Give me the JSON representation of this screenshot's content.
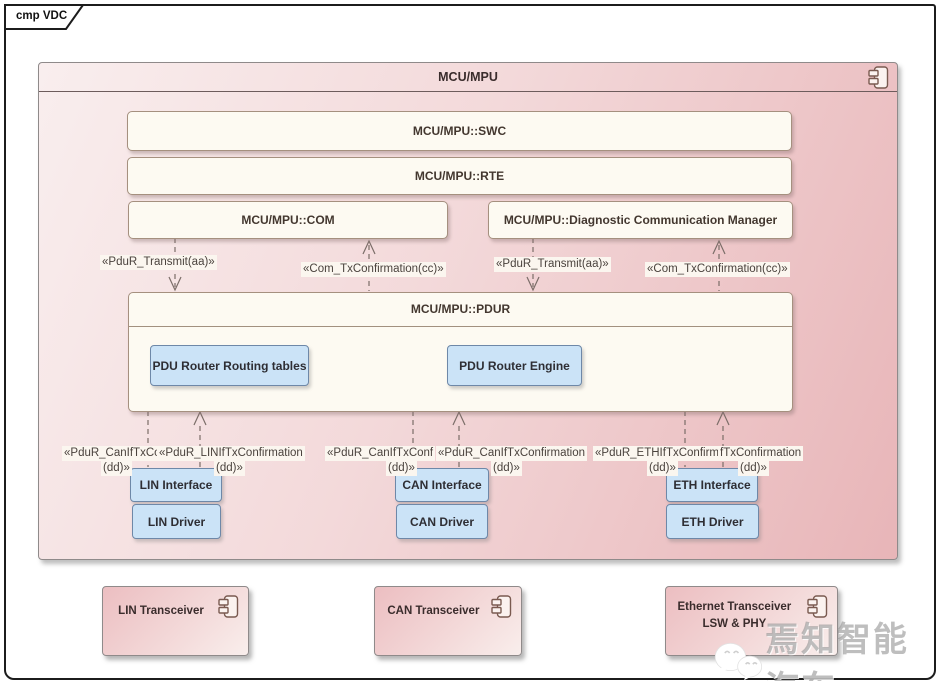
{
  "frame": {
    "tab_label": "cmp VDC"
  },
  "mcu": {
    "title": "MCU/MPU",
    "swc": "MCU/MPU::SWC",
    "rte": "MCU/MPU::RTE",
    "com": "MCU/MPU::COM",
    "dcm": "MCU/MPU::Diagnostic Communication Manager",
    "pdur": {
      "title": "MCU/MPU::PDUR",
      "routing_tables": "PDU Router Routing tables",
      "engine": "PDU Router Engine"
    }
  },
  "top_labels": [
    "«PduR_Transmit(aa)»",
    "«Com_TxConfirmation(cc)»",
    "«PduR_Transmit(aa)»",
    "«Com_TxConfirmation(cc)»"
  ],
  "bottom_labels": {
    "row1": [
      "«PduR_CanIfTxCo",
      "«PduR_LINIfTxConfirmation",
      "«PduR_CanIfTxConf",
      "«PduR_CanIfTxConfirmation",
      "«PduR_ETHIfTxConfirmation",
      "fTxConfirmation"
    ],
    "row2": [
      "(dd)»",
      "(dd)»",
      "(dd)»",
      "(dd)»",
      "(dd)»",
      "(dd)»"
    ]
  },
  "stacks": {
    "lin": {
      "interface": "LIN Interface",
      "driver": "LIN Driver"
    },
    "can": {
      "interface": "CAN Interface",
      "driver": "CAN Driver"
    },
    "eth": {
      "interface": "ETH Interface",
      "driver": "ETH Driver"
    }
  },
  "transceivers": {
    "lin": {
      "title": "LIN Transceiver"
    },
    "can": {
      "title": "CAN Transceiver"
    },
    "eth": {
      "title": "Ethernet Transceiver",
      "subtitle": "LSW & PHY"
    }
  },
  "watermark": {
    "text": "焉知智能汽车"
  },
  "colors": {
    "component_fill_dark": "#e8b5b8",
    "component_fill_light": "#f9eeee",
    "subcomponent_fill": "#fdfaf2",
    "module_fill": "#cbe3f7",
    "module_border": "#6e88a8",
    "label_bg": "#fbf6ef",
    "frame_border": "#1c1c1c"
  }
}
